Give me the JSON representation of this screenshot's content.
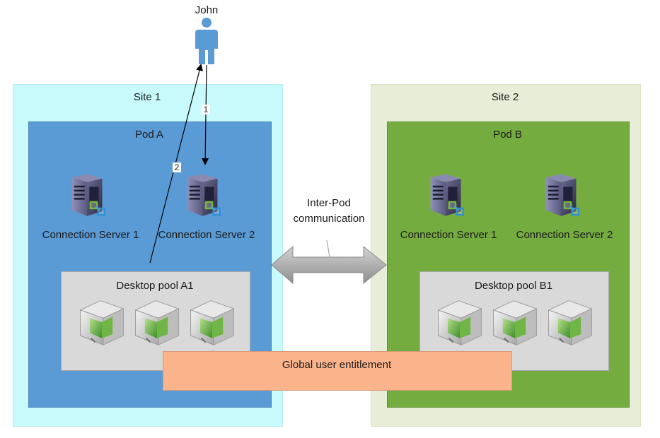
{
  "user": {
    "name": "John",
    "icon": "person-icon"
  },
  "sites": [
    {
      "label": "Site 1",
      "pod": {
        "label": "Pod A",
        "servers": [
          "Connection Server 1",
          "Connection Server 2"
        ],
        "pool": "Desktop pool A1"
      }
    },
    {
      "label": "Site 2",
      "pod": {
        "label": "Pod B",
        "servers": [
          "Connection Server 1",
          "Connection Server 2"
        ],
        "pool": "Desktop pool B1"
      }
    }
  ],
  "arrows": {
    "step1": "1",
    "step2": "2"
  },
  "inter_pod": {
    "line1": "Inter-Pod",
    "line2": "communication"
  },
  "entitlement": "Global user entitlement",
  "colors": {
    "site1": "#c8f9fb",
    "site2": "#e7edd6",
    "podA": "#5b9bd5",
    "podB": "#75ac3f",
    "pool": "#d9d9d9",
    "entitlement": "#fbb38b",
    "person": "#5b9bd5"
  }
}
